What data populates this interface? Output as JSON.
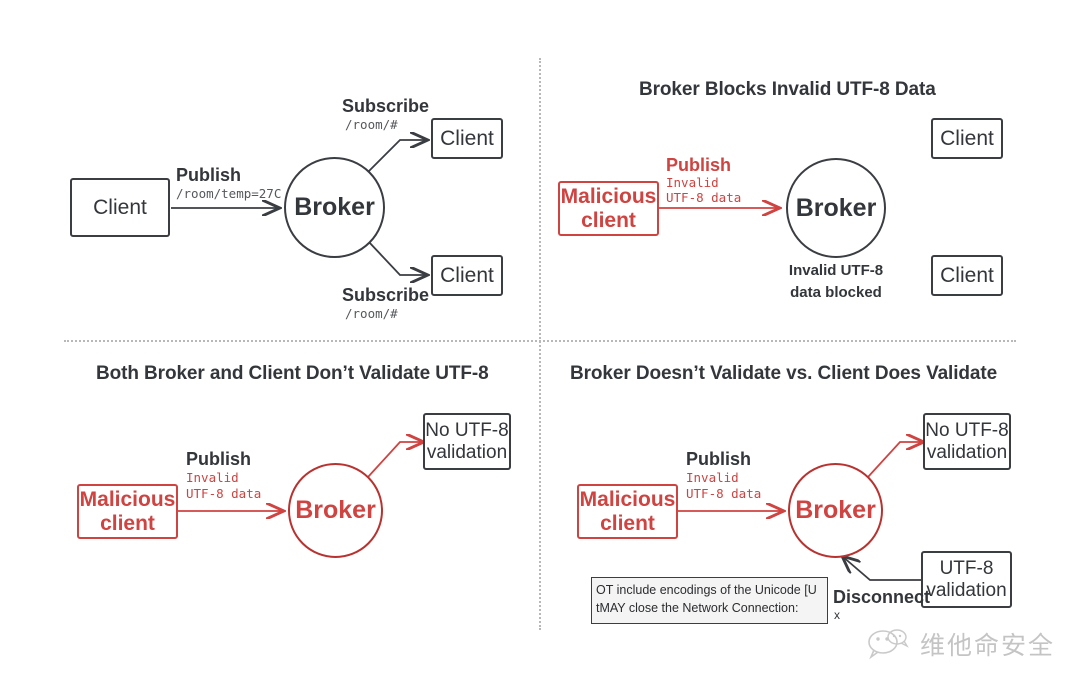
{
  "colors": {
    "dark": "#33363a",
    "red": "#cf4340",
    "red_dark": "#b8322f",
    "separator": "#b8b8b8",
    "highlight": "#f59a9a",
    "background": "#ffffff"
  },
  "quadrants": {
    "q1": {
      "title": "",
      "client_publisher": "Client",
      "publish_label": "Publish",
      "publish_topic": "/room/temp=27C",
      "broker": "Broker",
      "subscribe_label_top": "Subscribe",
      "subscribe_topic_top": "/room/#",
      "client_sub_top": "Client",
      "subscribe_label_bottom": "Subscribe",
      "subscribe_topic_bottom": "/room/#",
      "client_sub_bottom": "Client"
    },
    "q2": {
      "title": "Broker Blocks Invalid UTF-8 Data",
      "malicious_client": "Malicious\nclient",
      "publish_label": "Publish",
      "publish_payload_line1": "Invalid",
      "publish_payload_line2": "UTF-8 data",
      "broker": "Broker",
      "blocked_line1": "Invalid UTF-8",
      "blocked_line2": "data blocked",
      "client_top": "Client",
      "client_bottom": "Client"
    },
    "q3": {
      "title": "Both Broker and Client Don’t Validate UTF-8",
      "malicious_client": "Malicious\nclient",
      "publish_label": "Publish",
      "publish_payload_line1": "Invalid",
      "publish_payload_line2": "UTF-8 data",
      "broker": "Broker",
      "no_validation_line1": "No UTF-8",
      "no_validation_line2": "validation"
    },
    "q4": {
      "title": "Broker Doesn’t Validate vs. Client Does Validate",
      "malicious_client": "Malicious\nclient",
      "publish_label": "Publish",
      "publish_payload_line1": "Invalid",
      "publish_payload_line2": "UTF-8 data",
      "broker": "Broker",
      "no_validation_line1": "No UTF-8",
      "no_validation_line2": "validation",
      "utf8_validation_line1": "UTF-8",
      "utf8_validation_line2": "validation",
      "disconnect_label": "Disconnect",
      "disconnect_code": "x",
      "quote_line1": "OT include encodings of the Unicode [U",
      "quote_line2_prefix": "t",
      "quote_line2_highlight": "MAY close the Network Connection:"
    }
  },
  "watermark": {
    "text": "维他命安全",
    "icon": "wechat-bubbles-icon"
  }
}
